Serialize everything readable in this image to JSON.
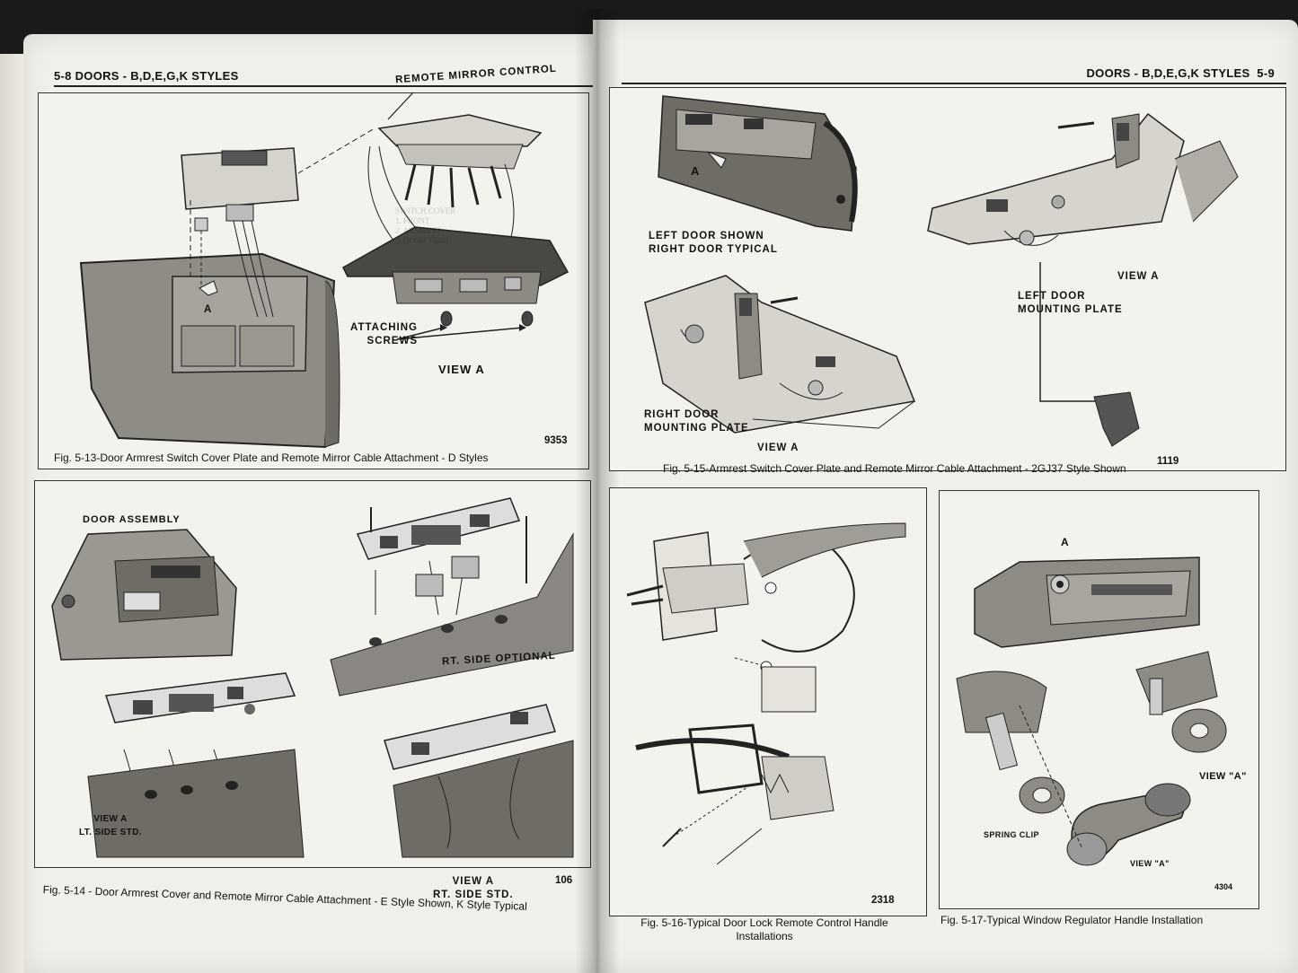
{
  "left_page": {
    "header": "5-8 DOORS - B,D,E,G,K STYLES",
    "fig13": {
      "labels": {
        "remote_mirror_control": "REMOTE MIRROR CONTROL",
        "a": "A",
        "attaching_screws": "ATTACHING\nSCREWS",
        "view_a": "VIEW A"
      },
      "number": "9353",
      "caption": "Fig. 5-13-Door Armrest Switch Cover Plate and Remote Mirror Cable Attachment - D Styles"
    },
    "fig14": {
      "labels": {
        "door_assembly": "DOOR ASSEMBLY",
        "rt_side_optional": "RT. SIDE OPTIONAL",
        "view_a_lt": "VIEW A\nLT. SIDE STD.",
        "view_a_rt": "VIEW A\nRT. SIDE STD."
      },
      "number": "106",
      "caption": "Fig. 5-14 - Door Armrest Cover and Remote Mirror Cable Attachment - E Style Shown, K Style Typical"
    }
  },
  "right_page": {
    "header": "DOORS - B,D,E,G,K STYLES  5-9",
    "fig15": {
      "labels": {
        "a": "A",
        "left_door_shown": "LEFT DOOR SHOWN\nRIGHT DOOR TYPICAL",
        "view_a_top": "VIEW A",
        "left_door_plate": "LEFT DOOR\nMOUNTING PLATE",
        "right_door_plate": "RIGHT DOOR\nMOUNTING PLATE",
        "view_a_bottom": "VIEW A"
      },
      "number": "1119",
      "caption": "Fig. 5-15-Armrest Switch Cover Plate and Remote Mirror Cable Attachment - 2GJ37 Style Shown"
    },
    "fig16": {
      "number": "2318",
      "caption": "Fig. 5-16-Typical Door Lock Remote Control Handle\nInstallations"
    },
    "fig17": {
      "labels": {
        "a": "A",
        "view_a_1": "VIEW \"A\"",
        "spring_clip": "SPRING CLIP",
        "view_a_2": "VIEW \"A\""
      },
      "number": "4304",
      "caption": "Fig. 5-17-Typical Window Regulator Handle Installation"
    }
  },
  "colors": {
    "paper": "#f1efe9",
    "ink": "#111111",
    "background": "#1a1a1a"
  }
}
